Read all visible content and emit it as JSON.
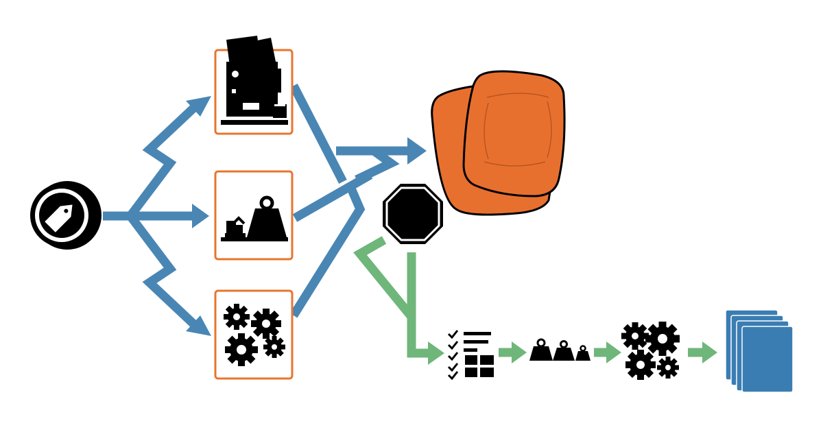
{
  "colors": {
    "blue_arrow": "#4a86b4",
    "green_arrow": "#6fb67a",
    "orange_box": "#e8752e",
    "orange_card": "#e8702f",
    "icon_black": "#000000",
    "stack_blue": "#3a7db3",
    "background": "#ffffff"
  },
  "nodes": [
    {
      "name": "price-tag-coin-icon",
      "icon": "price-tag-coin"
    },
    {
      "name": "process-box-machine",
      "icon": "printing-machine"
    },
    {
      "name": "process-box-weight",
      "icon": "robot-arm-heavy-weight"
    },
    {
      "name": "process-box-gears",
      "icon": "broken-gears"
    },
    {
      "name": "orange-cards-stack",
      "icon": "orange-cards"
    },
    {
      "name": "stop-octagon-icon",
      "icon": "stop-sign"
    },
    {
      "name": "checklist-icon",
      "icon": "checklist-grid"
    },
    {
      "name": "weights-row-icon",
      "icon": "three-weights"
    },
    {
      "name": "gears-cluster-icon",
      "icon": "gears"
    },
    {
      "name": "blue-pages-stack",
      "icon": "stacked-pages"
    }
  ]
}
